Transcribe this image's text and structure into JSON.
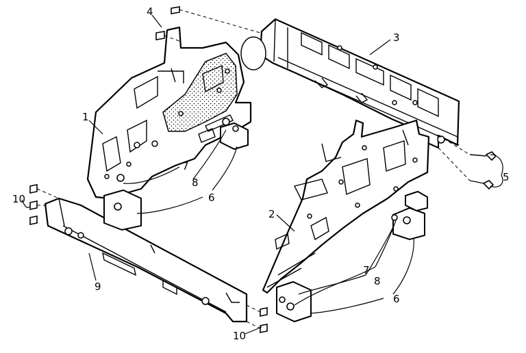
{
  "callouts": {
    "c1": "1",
    "c2": "2",
    "c3": "3",
    "c4": "4",
    "c5": "5",
    "c6a": "6",
    "c6b": "6",
    "c7a": "7",
    "c7b": "7",
    "c8a": "8",
    "c8b": "8",
    "c9": "9",
    "c10a": "10",
    "c10b": "10"
  }
}
